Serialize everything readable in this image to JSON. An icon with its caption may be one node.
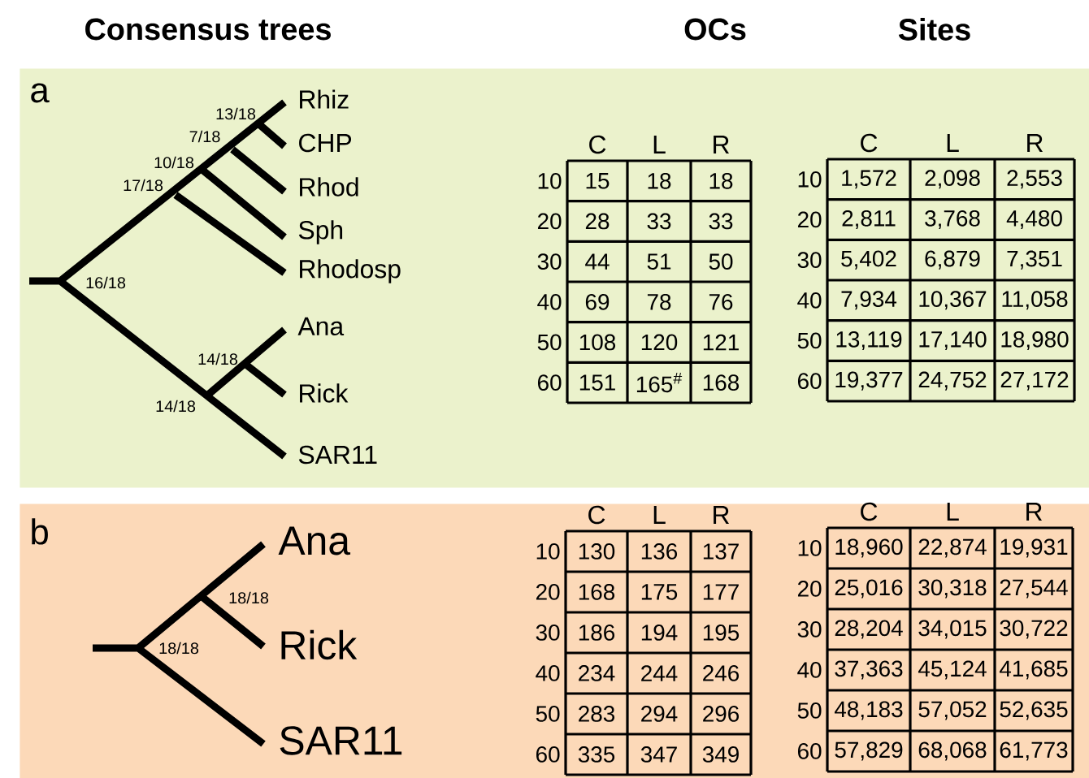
{
  "diagram": {
    "nodes": [
      {
        "text": [
          "a"
        ]
      },
      {
        "text": [
          "b"
        ]
      }
    ],
    "labels": [
      "Consensus trees",
      "OCs",
      "Sites",
      "Rhiz",
      "13/18",
      "CHP",
      "7/18",
      "Rhod",
      "10/18",
      "17/18",
      "Sph",
      "Rhodosp",
      "16/18",
      "Ana",
      "14/18",
      "Rick",
      "14/18",
      "SAR11",
      "C",
      "L",
      "R",
      "10",
      "15",
      "18",
      "18",
      "20",
      "28",
      "33",
      "33",
      "30",
      "44",
      "51",
      "50",
      "40",
      "69",
      "78",
      "76",
      "50",
      "108",
      "120",
      "121",
      "60",
      "151",
      "165$^{#}$",
      "168",
      "C",
      "L",
      "R",
      "10",
      "1,572",
      "2,098",
      "2,553",
      "20",
      "2,811",
      "3,768",
      "4,480",
      "30",
      "5,402",
      "6,879",
      "7,351",
      "40",
      "7,934",
      "10,367",
      "11,058",
      "50",
      "13,119",
      "17,140",
      "18,980",
      "60",
      "19,377",
      "24,752",
      "27,172",
      "Ana",
      "18/18",
      "Rick",
      "18/18",
      "SAR11",
      "C",
      "L",
      "R",
      "10",
      "130",
      "136",
      "137",
      "20",
      "168",
      "175",
      "177",
      "30",
      "186",
      "194",
      "195",
      "40",
      "234",
      "244",
      "246",
      "50",
      "283",
      "294",
      "296",
      "60",
      "335",
      "347",
      "349",
      "C",
      "L",
      "R",
      "10",
      "18,960",
      "22,874",
      "19,931",
      "20",
      "25,016",
      "30,318",
      "27,544",
      "30",
      "28,204",
      "34,015",
      "30,722",
      "40",
      "37,363",
      "45,124",
      "41,685",
      "50",
      "48,183",
      "57,052",
      "52,635",
      "60",
      "57,829",
      "68,068",
      "61,773"
    ]
  }
}
